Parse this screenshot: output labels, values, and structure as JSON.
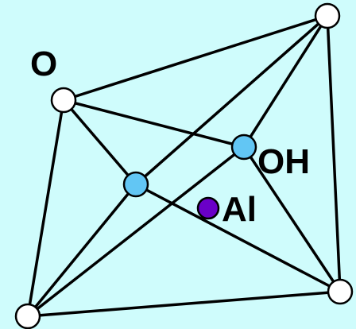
{
  "labels": {
    "oxygen": "O",
    "hydroxyl": "OH",
    "aluminum": "Al"
  },
  "colors": {
    "background": "#cffcfc",
    "edge": "#000000",
    "oxygen_atom": "#ffffff",
    "hydroxyl_atom": "#62c6f4",
    "aluminum_atom": "#6a00c8"
  }
}
